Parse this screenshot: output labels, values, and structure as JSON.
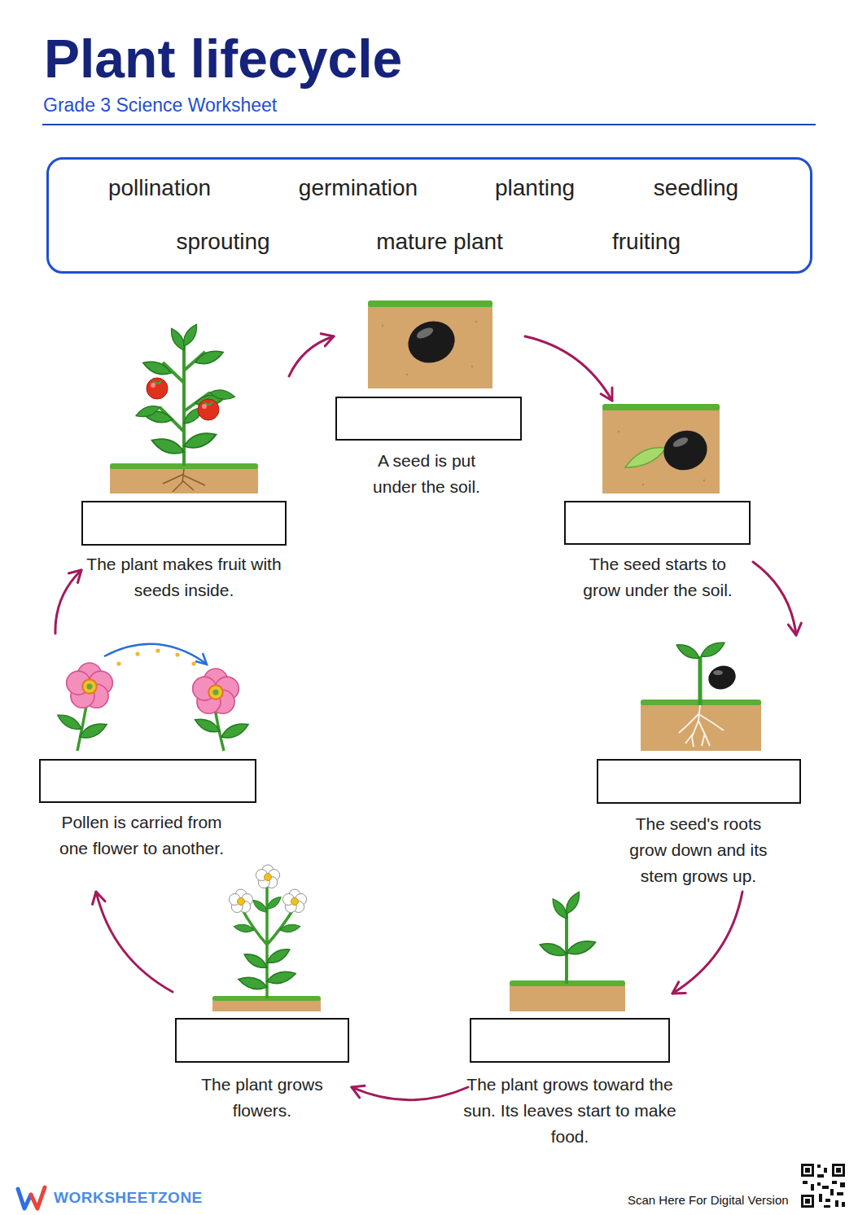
{
  "diagram": {
    "title": "Plant lifecycle",
    "nodes": [
      {
        "text": [
          "pollination",
          "germination",
          "planting",
          "seedling",
          "sprouting",
          "mature plant",
          "fruiting"
        ]
      },
      {
        "text": [
          "A seed is put under the soil."
        ]
      },
      {
        "text": [
          "The seed starts to grow under the soil."
        ]
      },
      {
        "text": [
          "The seed's roots grow down and its stem grows up."
        ]
      },
      {
        "text": [
          "The plant grows toward the sun. Its leaves start to make food."
        ]
      },
      {
        "text": [
          "The plant grows flowers."
        ]
      },
      {
        "text": [
          "Pollen is carried from one flower to another."
        ]
      },
      {
        "text": [
          "The plant makes fruit with seeds inside."
        ]
      }
    ],
    "edges": [
      {
        "from": 1,
        "to": 2,
        "arrow": "to"
      },
      {
        "from": 2,
        "to": 3,
        "arrow": "to"
      },
      {
        "from": 3,
        "to": 4,
        "arrow": "to"
      },
      {
        "from": 4,
        "to": 5,
        "arrow": "to"
      },
      {
        "from": 5,
        "to": 6,
        "arrow": "to"
      },
      {
        "from": 6,
        "to": 7,
        "arrow": "to"
      },
      {
        "from": 7,
        "to": 1,
        "arrow": "to"
      }
    ],
    "labels": [
      "Grade 3 Science Worksheet",
      "WORKSHEETZONE",
      "Scan Here For Digital Version"
    ]
  }
}
